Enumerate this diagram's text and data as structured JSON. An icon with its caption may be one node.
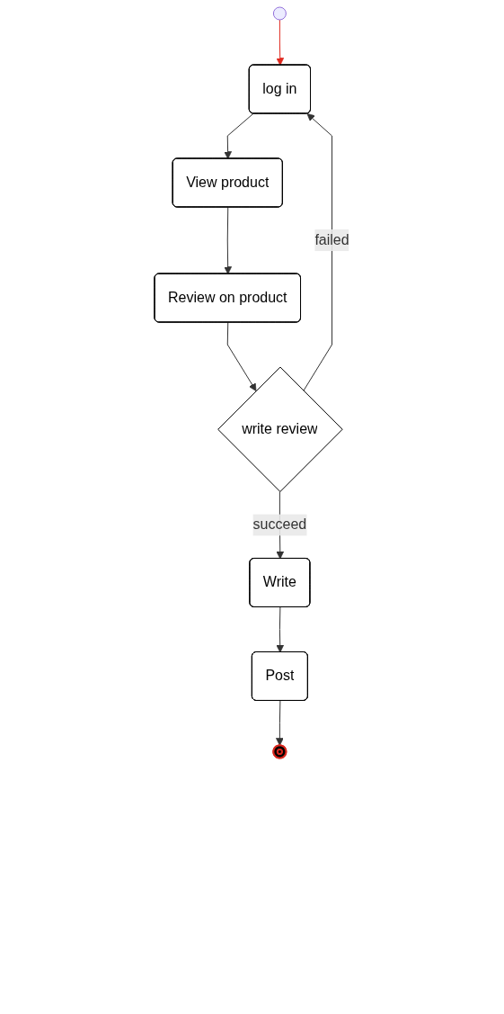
{
  "diagram": {
    "nodes": [
      {
        "text": [],
        "shape": "circle"
      },
      {
        "text": [
          "log in"
        ]
      },
      {
        "text": [
          "View product"
        ]
      },
      {
        "text": [
          "Review on product"
        ]
      },
      {
        "text": [
          "write review"
        ]
      },
      {
        "text": [
          "Write"
        ]
      },
      {
        "text": [
          "Post"
        ]
      },
      {
        "text": [],
        "shape": "circle"
      }
    ],
    "edges": [
      {
        "from": 0,
        "to": 1,
        "arrow": "to",
        "color": "#e0281e"
      },
      {
        "from": 1,
        "to": 2,
        "arrow": "to"
      },
      {
        "from": 2,
        "to": 3,
        "arrow": "to"
      },
      {
        "from": 3,
        "to": 4,
        "arrow": "to"
      },
      {
        "from": 4,
        "to": 5,
        "arrow": "to",
        "label": "succeed"
      },
      {
        "from": 4,
        "to": 1,
        "arrow": "to",
        "label": "failed"
      },
      {
        "from": 5,
        "to": 6,
        "arrow": "to"
      },
      {
        "from": 6,
        "to": 7,
        "arrow": "to"
      }
    ]
  }
}
